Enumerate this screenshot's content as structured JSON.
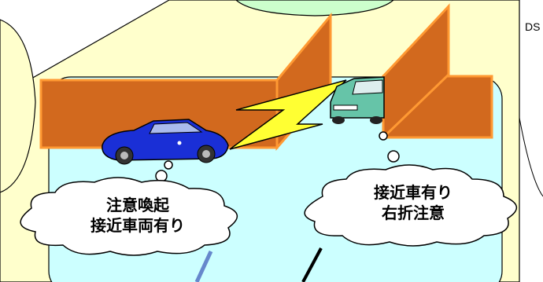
{
  "edge_label": "DS",
  "bubbles": {
    "left": {
      "line1": "注意喚起",
      "line2": "接近車両有り"
    },
    "right": {
      "line1": "接近車有り",
      "line2": "右折注意"
    }
  },
  "colors": {
    "yellow_panel": "#ffffcc",
    "cyan_panel": "#ccffff",
    "green_bubble": "#ccffcc",
    "building": "#d2691e",
    "building_edge": "#ff9933",
    "lightning": "#ffff33",
    "car_left": "#1a2fd6",
    "car_right": "#66c4a8",
    "cloud": "#ffffff"
  }
}
